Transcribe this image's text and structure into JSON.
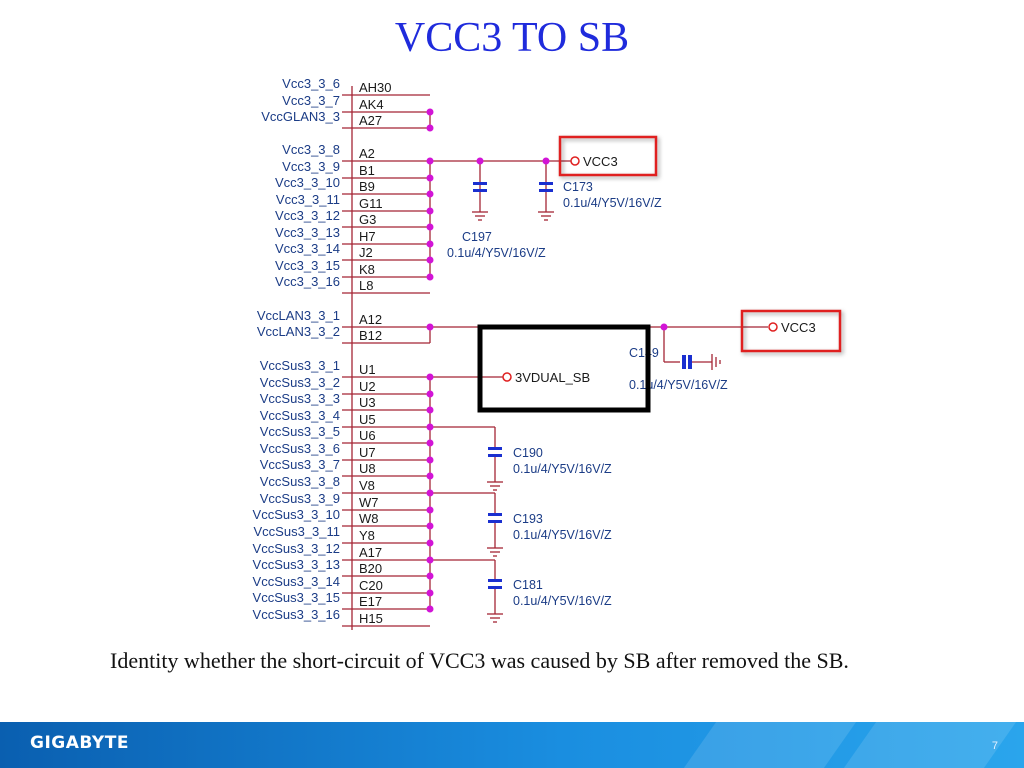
{
  "slide": {
    "title": "VCC3 TO SB",
    "caption": "Identity whether the short-circuit of  VCC3 was caused by SB after removed the SB.",
    "brand": "GIGABYTE",
    "page_number": "7"
  },
  "pins": [
    {
      "net": "Vcc3_3_6",
      "pin": "AH30"
    },
    {
      "net": "Vcc3_3_7",
      "pin": "AK4"
    },
    {
      "net": "VccGLAN3_3",
      "pin": "A27"
    },
    {
      "net": "Vcc3_3_8",
      "pin": "A2"
    },
    {
      "net": "Vcc3_3_9",
      "pin": "B1"
    },
    {
      "net": "Vcc3_3_10",
      "pin": "B9"
    },
    {
      "net": "Vcc3_3_11",
      "pin": "G11"
    },
    {
      "net": "Vcc3_3_12",
      "pin": "G3"
    },
    {
      "net": "Vcc3_3_13",
      "pin": "H7"
    },
    {
      "net": "Vcc3_3_14",
      "pin": "J2"
    },
    {
      "net": "Vcc3_3_15",
      "pin": "K8"
    },
    {
      "net": "Vcc3_3_16",
      "pin": "L8"
    },
    {
      "net": "VccLAN3_3_1",
      "pin": "A12"
    },
    {
      "net": "VccLAN3_3_2",
      "pin": "B12"
    },
    {
      "net": "VccSus3_3_1",
      "pin": "U1"
    },
    {
      "net": "VccSus3_3_2",
      "pin": "U2"
    },
    {
      "net": "VccSus3_3_3",
      "pin": "U3"
    },
    {
      "net": "VccSus3_3_4",
      "pin": "U5"
    },
    {
      "net": "VccSus3_3_5",
      "pin": "U6"
    },
    {
      "net": "VccSus3_3_6",
      "pin": "U7"
    },
    {
      "net": "VccSus3_3_7",
      "pin": "U8"
    },
    {
      "net": "VccSus3_3_8",
      "pin": "V8"
    },
    {
      "net": "VccSus3_3_9",
      "pin": "W7"
    },
    {
      "net": "VccSus3_3_10",
      "pin": "W8"
    },
    {
      "net": "VccSus3_3_11",
      "pin": "Y8"
    },
    {
      "net": "VccSus3_3_12",
      "pin": "A17"
    },
    {
      "net": "VccSus3_3_13",
      "pin": "B20"
    },
    {
      "net": "VccSus3_3_14",
      "pin": "C20"
    },
    {
      "net": "VccSus3_3_15",
      "pin": "E17"
    },
    {
      "net": "VccSus3_3_16",
      "pin": "H15"
    }
  ],
  "ports": {
    "vcc3_top": "VCC3",
    "vcc3_mid": "VCC3",
    "sb": "3VDUAL_SB"
  },
  "capacitors": {
    "c173": {
      "ref": "C173",
      "value": "0.1u/4/Y5V/16V/Z"
    },
    "c197": {
      "ref": "C197",
      "value": "0.1u/4/Y5V/16V/Z"
    },
    "c149": {
      "ref": "C149",
      "value": "0.1u/4/Y5V/16V/Z"
    },
    "c190": {
      "ref": "C190",
      "value": "0.1u/4/Y5V/16V/Z"
    },
    "c193": {
      "ref": "C193",
      "value": "0.1u/4/Y5V/16V/Z"
    },
    "c181": {
      "ref": "C181",
      "value": "0.1u/4/Y5V/16V/Z"
    }
  },
  "colors": {
    "title": "#1f2bdc",
    "wire": "#a52535",
    "net_label": "#1b3c86",
    "junction": "#d214d6",
    "highlight_red": "#e02020",
    "highlight_black": "#000000",
    "capacitor": "#1a2fd0",
    "footer": "#1a8ee0"
  }
}
